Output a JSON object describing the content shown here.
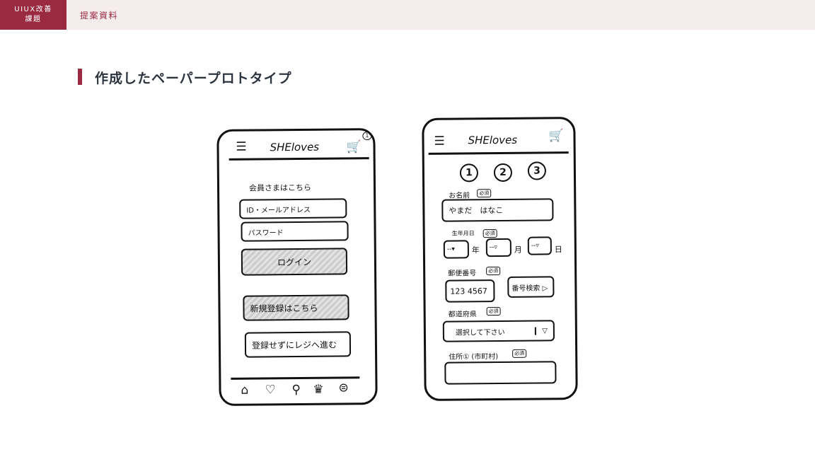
{
  "header": {
    "badge_line1": "UIUX改善",
    "badge_line2": "課題",
    "breadcrumb": "提案資料"
  },
  "page_title": "作成したペーパープロトタイプ",
  "login_sketch": {
    "logo": "SHEloves",
    "section_label": "会員さまはこちら",
    "id_placeholder": "ID・メールアドレス",
    "password_placeholder": "パスワード",
    "login_button": "ログイン",
    "register_button": "新規登録はこちら",
    "guest_button": "登録せずにレジへ進む",
    "cart_badge": "1"
  },
  "form_sketch": {
    "logo": "SHEloves",
    "steps": [
      "1",
      "2",
      "3"
    ],
    "name_label": "お名前",
    "name_value": "やまだ　はなこ",
    "birth_label": "生年月日",
    "birth_placeholder": "--",
    "year": "年",
    "month": "月",
    "day": "日",
    "zip_label": "郵便番号",
    "zip_value": "123 4567",
    "zip_search": "番号検索 ▷",
    "pref_label": "都道府県",
    "pref_placeholder": "選択して下さい",
    "address_label": "住所① (市町村)",
    "required": "必須"
  }
}
